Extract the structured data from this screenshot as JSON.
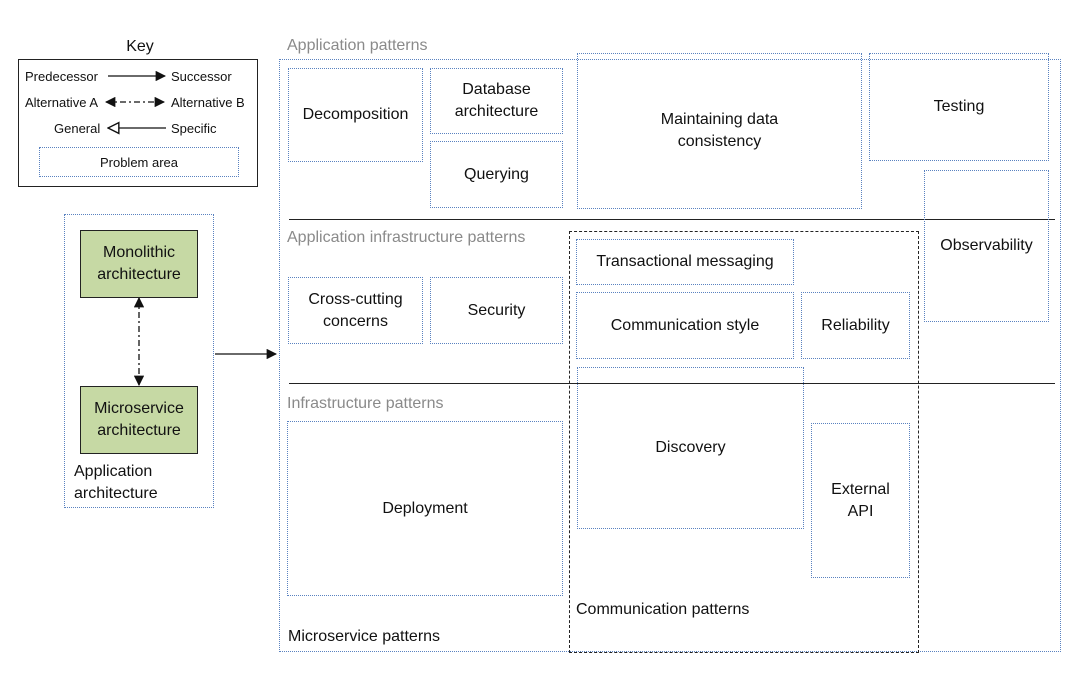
{
  "key": {
    "title": "Key",
    "predecessor": "Predecessor",
    "successor": "Successor",
    "alt_a": "Alternative A",
    "alt_b": "Alternative B",
    "general": "General",
    "specific": "Specific",
    "problem_area": "Problem area"
  },
  "app_arch": {
    "monolithic": "Monolithic architecture",
    "microservice": "Microservice architecture",
    "label": "Application architecture"
  },
  "sections": {
    "application": "Application patterns",
    "infrastructure_app": "Application infrastructure patterns",
    "infrastructure": "Infrastructure patterns",
    "communication": "Communication patterns",
    "microservice": "Microservice patterns"
  },
  "areas": {
    "decomposition": "Decomposition",
    "database_architecture": "Database architecture",
    "querying": "Querying",
    "data_consistency": "Maintaining data consistency",
    "testing": "Testing",
    "observability": "Observability",
    "transactional_messaging": "Transactional messaging",
    "cross_cutting": "Cross-cutting concerns",
    "security": "Security",
    "communication_style": "Communication style",
    "reliability": "Reliability",
    "discovery": "Discovery",
    "external_api": "External API",
    "deployment": "Deployment"
  }
}
